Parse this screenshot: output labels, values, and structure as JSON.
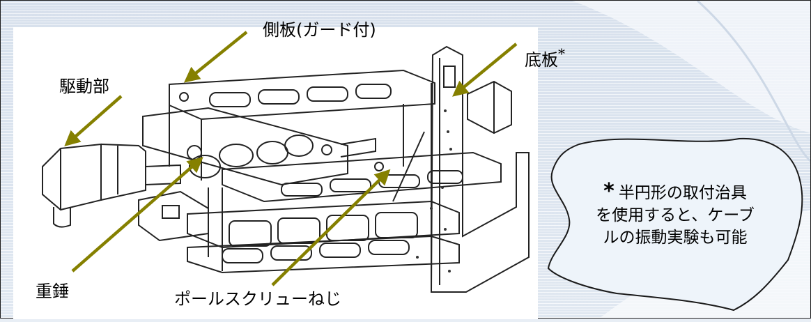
{
  "labels": {
    "side_plate": "側板(ガード付)",
    "bottom_plate": "底板",
    "bottom_plate_mark": "*",
    "drive_unit": "駆動部",
    "weight": "重錘",
    "ball_screw": "ポールスクリューねじ"
  },
  "note": {
    "mark": "*",
    "line1": "半円形の取付治具",
    "line2": "を使用すると、ケーブ",
    "line3": "ルの振動実験も可能"
  },
  "colors": {
    "arrow": "#858000",
    "frame_border": "#1a1a1a",
    "drawing_line": "#222222"
  }
}
